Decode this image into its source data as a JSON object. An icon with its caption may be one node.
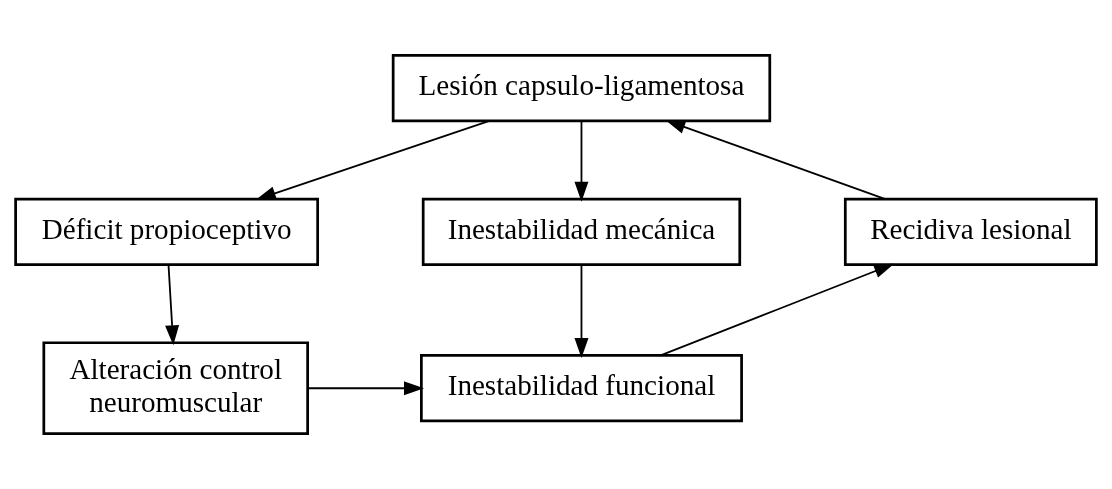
{
  "diagram": {
    "nodes": [
      {
        "text": [
          "Lesión capsulo-ligamentosa"
        ]
      },
      {
        "text": [
          "Déficit propioceptivo"
        ]
      },
      {
        "text": [
          "Recidiva lesional"
        ]
      },
      {
        "text": [
          "Inestabilidad mecánica"
        ]
      },
      {
        "text": [
          "Alteración control neuromuscular"
        ]
      },
      {
        "text": [
          "Inestabilidad funcional"
        ]
      }
    ],
    "edges": [
      {
        "from": 0,
        "to": 1,
        "arrow": "to"
      },
      {
        "from": 0,
        "to": 3,
        "arrow": "to"
      },
      {
        "from": 1,
        "to": 4,
        "arrow": "to"
      },
      {
        "from": 4,
        "to": 5,
        "arrow": "to"
      },
      {
        "from": 3,
        "to": 5,
        "arrow": "to"
      },
      {
        "from": 5,
        "to": 2,
        "arrow": "to"
      },
      {
        "from": 2,
        "to": 0,
        "arrow": "to"
      }
    ]
  }
}
